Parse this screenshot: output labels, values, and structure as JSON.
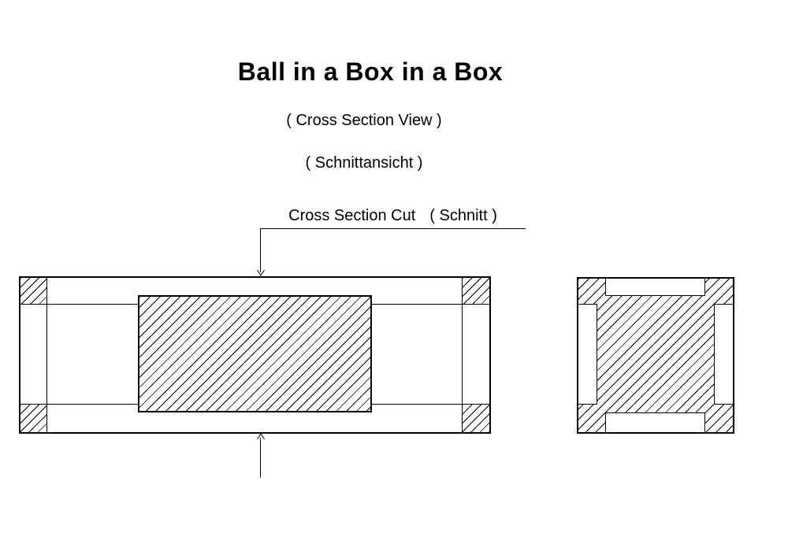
{
  "canvas": {
    "background": "#ffffff",
    "ink": "#000000"
  },
  "header": {
    "title": "Ball in a Box in a Box",
    "subtitle_en": "( Cross Section View )",
    "subtitle_de": "( Schnittansicht )"
  },
  "cut_annotation": {
    "label_en": "Cross Section Cut",
    "label_de": "( Schnitt )",
    "top_arrow": "arrow-down-icon",
    "bottom_arrow": "arrow-up-icon"
  }
}
